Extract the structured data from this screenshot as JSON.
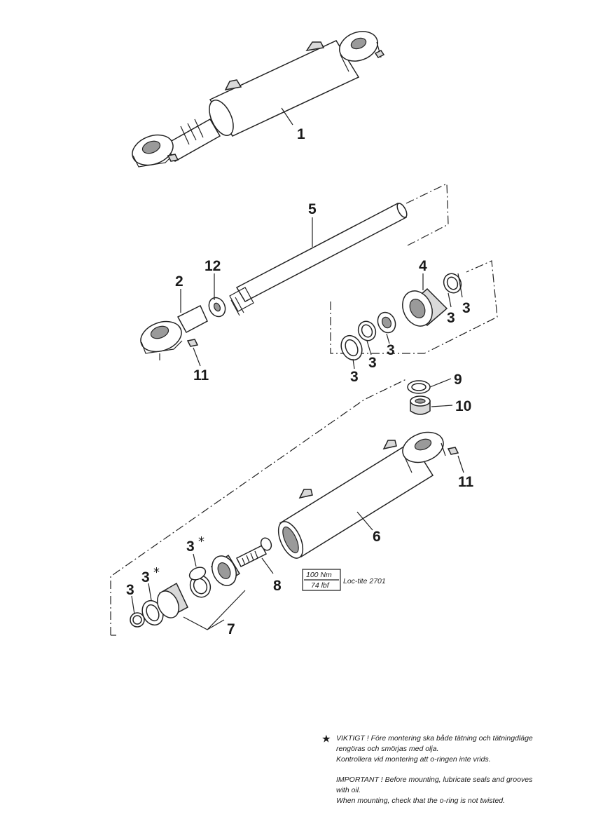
{
  "callouts": {
    "c1": "1",
    "c2": "2",
    "c3_upper_right_a": "3",
    "c3_upper_right_b": "3",
    "c3_mid_a": "3",
    "c3_mid_b": "3",
    "c3_mid_c": "3",
    "c3_lower_a": "3",
    "c3_lower_b": "3",
    "c3_lower_c": "3",
    "c4": "4",
    "c5": "5",
    "c6": "6",
    "c7": "7",
    "c8": "8",
    "c9": "9",
    "c10": "10",
    "c11_upper": "11",
    "c11_lower": "11",
    "c12": "12",
    "star_mark": "*"
  },
  "torque": {
    "value_nm": "100 Nm",
    "value_lbf": "74 lbf",
    "compound": "Loc-tite 2701"
  },
  "notes": {
    "star": "★",
    "sv_line1": "VIKTIGT ! Före montering ska både tätning och tätningdläge",
    "sv_line2": "rengöras och smörjas med olja.",
    "sv_line3": "Kontrollera vid montering att o-ringen inte vrids.",
    "en_line1": "IMPORTANT ! Before mounting, lubricate seals and grooves",
    "en_line2": "with oil.",
    "en_line3": "When mounting, check that the o-ring is not twisted."
  }
}
